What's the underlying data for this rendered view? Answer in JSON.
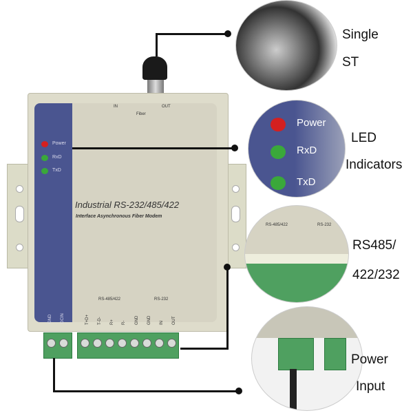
{
  "device": {
    "fiber_in": "IN",
    "fiber_label": "Fiber",
    "fiber_out": "OUT",
    "leds": [
      "Power",
      "RxD",
      "TxD"
    ],
    "title": "Industrial RS-232/485/422",
    "subtitle": "Interface Asynchronous Fiber Modem",
    "group_485": "RS-485/422",
    "group_232": "RS-232",
    "pins": [
      "T+D+",
      "T-D-",
      "R+",
      "R-",
      "GND",
      "GND",
      "IN",
      "OUT"
    ],
    "power_pins": [
      "GND",
      "DCIN"
    ]
  },
  "callouts": {
    "st": [
      "Single",
      "ST"
    ],
    "led": [
      "LED",
      "Indicators"
    ],
    "rs": [
      "RS485/",
      "422/232"
    ],
    "power": [
      "Power",
      "Input"
    ]
  },
  "colors": {
    "panel": "#4a5590",
    "body": "#dedccb",
    "terminal": "#4fa060",
    "led_red": "#d42020",
    "led_green": "#3aa83a"
  }
}
